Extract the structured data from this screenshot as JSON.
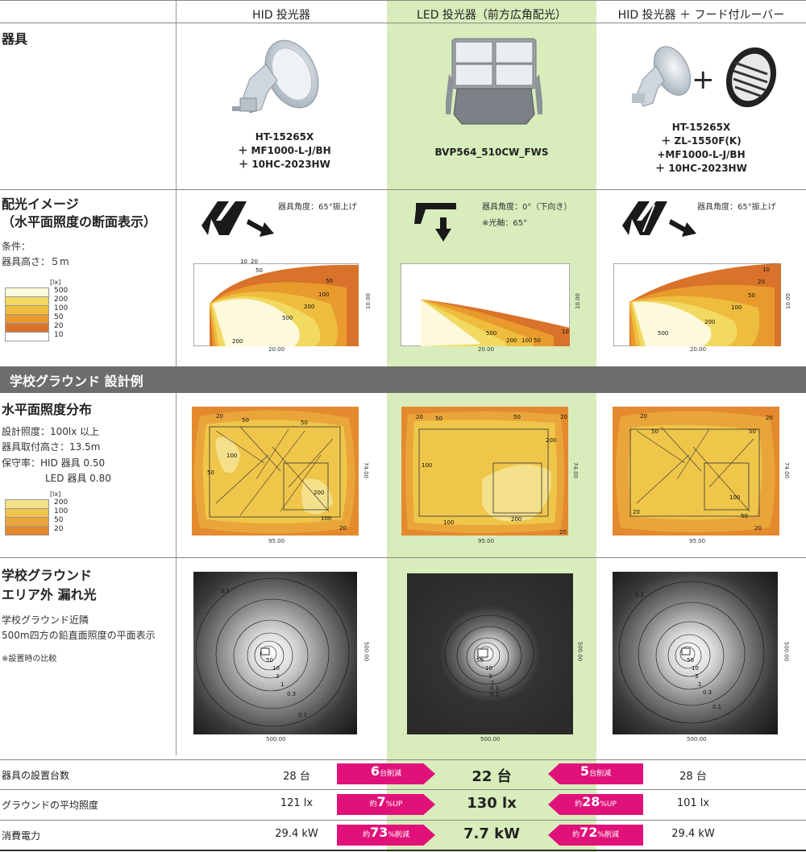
{
  "header": {
    "col_hid": "HID 投光器",
    "col_led": "LED 投光器（前方広角配光）",
    "col_hood": "HID 投光器 ＋ フード付ルーバー"
  },
  "rows": {
    "fixture_title": "器具",
    "distribution_title_1": "配光イメージ",
    "distribution_title_2": "（水平面照度の断面表示）",
    "condition_label": "条件：",
    "condition_height": "器具高さ：５m",
    "section_band": "学校グラウンド  設計例",
    "horiz_title": "水平面照度分布",
    "design_1": "設計照度：100lx 以上",
    "design_2": "器具取付高さ：13.5m",
    "design_3": "保守率：HID 器具 0.50",
    "design_4": "LED 器具 0.80",
    "spill_title_1": "学校グラウンド",
    "spill_title_2": "エリア外 漏れ光",
    "spill_desc_1": "学校グラウンド近隣",
    "spill_desc_2": "500m四方の鉛直面照度の平面表示",
    "spill_note": "※設置時の比較"
  },
  "models": {
    "hid": [
      "HT-15265X",
      "＋ MF1000-L-J/BH",
      "＋ 10HC-2023HW"
    ],
    "led": [
      "BVP564_510CW_FWS"
    ],
    "hood": [
      "HT-15265X",
      "＋ ZL-1550F(K)",
      "+MF1000-L-J/BH",
      "＋ 10HC-2023HW"
    ]
  },
  "angles": {
    "hid": "器具角度：65°振上げ",
    "led_1": "器具角度：0°（下向き）",
    "led_2": "※光軸：65°",
    "hood": "器具角度：65°振上げ"
  },
  "legend1": {
    "unit": "[lx]",
    "levels": [
      "500",
      "200",
      "100",
      "50",
      "20",
      "10"
    ],
    "colors": [
      "#fdf9dc",
      "#f2da62",
      "#eebd3e",
      "#e89a2c",
      "#d9722a",
      "#ffffff"
    ]
  },
  "legend2": {
    "unit": "[lx]",
    "levels": [
      "200",
      "100",
      "50",
      "20"
    ],
    "colors": [
      "#f4e08a",
      "#efc64a",
      "#eaa53a",
      "#e48a2e"
    ]
  },
  "dims": {
    "section_w": "20.00",
    "section_h": "10.00",
    "field_w": "95.00",
    "field_h": "74.00",
    "spill_w": "500.00",
    "spill_h": "500.00"
  },
  "section_labels": {
    "hid": [
      "10",
      "20",
      "50",
      "50",
      "100",
      "200",
      "500",
      "200"
    ],
    "led": [
      "500",
      "200",
      "100",
      "50",
      "10"
    ],
    "hood": [
      "10",
      "20",
      "50",
      "100",
      "200",
      "500"
    ]
  },
  "field_labels": {
    "hid": [
      "20",
      "50",
      "50",
      "100",
      "200",
      "100",
      "50",
      "20"
    ],
    "led": [
      "20",
      "50",
      "50",
      "20",
      "200",
      "100",
      "200",
      "100",
      "20"
    ],
    "hood": [
      "20",
      "50",
      "50",
      "20",
      "100",
      "20",
      "50",
      "20"
    ]
  },
  "spill_labels": {
    "hid": [
      "0.1",
      "50",
      "10",
      "3",
      "1",
      "0.3",
      "0.1"
    ],
    "led": [
      "50",
      "10",
      "3",
      "1",
      "0.3",
      "0.1"
    ],
    "hood": [
      "0.1",
      "50",
      "10",
      "3",
      "1",
      "0.3",
      "0.1"
    ]
  },
  "summary": {
    "count_label": "器具の設置台数",
    "avg_label": "グラウンドの平均照度",
    "power_label": "消費電力",
    "hid_count": "28 台",
    "led_count": "22 台",
    "hood_count": "28 台",
    "hid_avg": "121 lx",
    "led_avg": "130 lx",
    "hood_avg": "101 lx",
    "hid_power": "29.4 kW",
    "led_power": "7.7 kW",
    "hood_power": "29.4 kW",
    "badge_count_l_num": "6",
    "badge_count_l_txt": "台削減",
    "badge_count_r_num": "5",
    "badge_count_r_txt": "台削減",
    "badge_avg_l_pre": "約",
    "badge_avg_l_num": "7",
    "badge_avg_l_txt": "%UP",
    "badge_avg_r_pre": "約",
    "badge_avg_r_num": "28",
    "badge_avg_r_txt": "%UP",
    "badge_pw_l_pre": "約",
    "badge_pw_l_num": "73",
    "badge_pw_l_txt": "%削減",
    "badge_pw_r_pre": "約",
    "badge_pw_r_num": "72",
    "badge_pw_r_txt": "%削減"
  },
  "colors": {
    "accent_pink": "#e0127a",
    "led_green": "#d9ecbc",
    "band_gray": "#6d6d6d"
  }
}
